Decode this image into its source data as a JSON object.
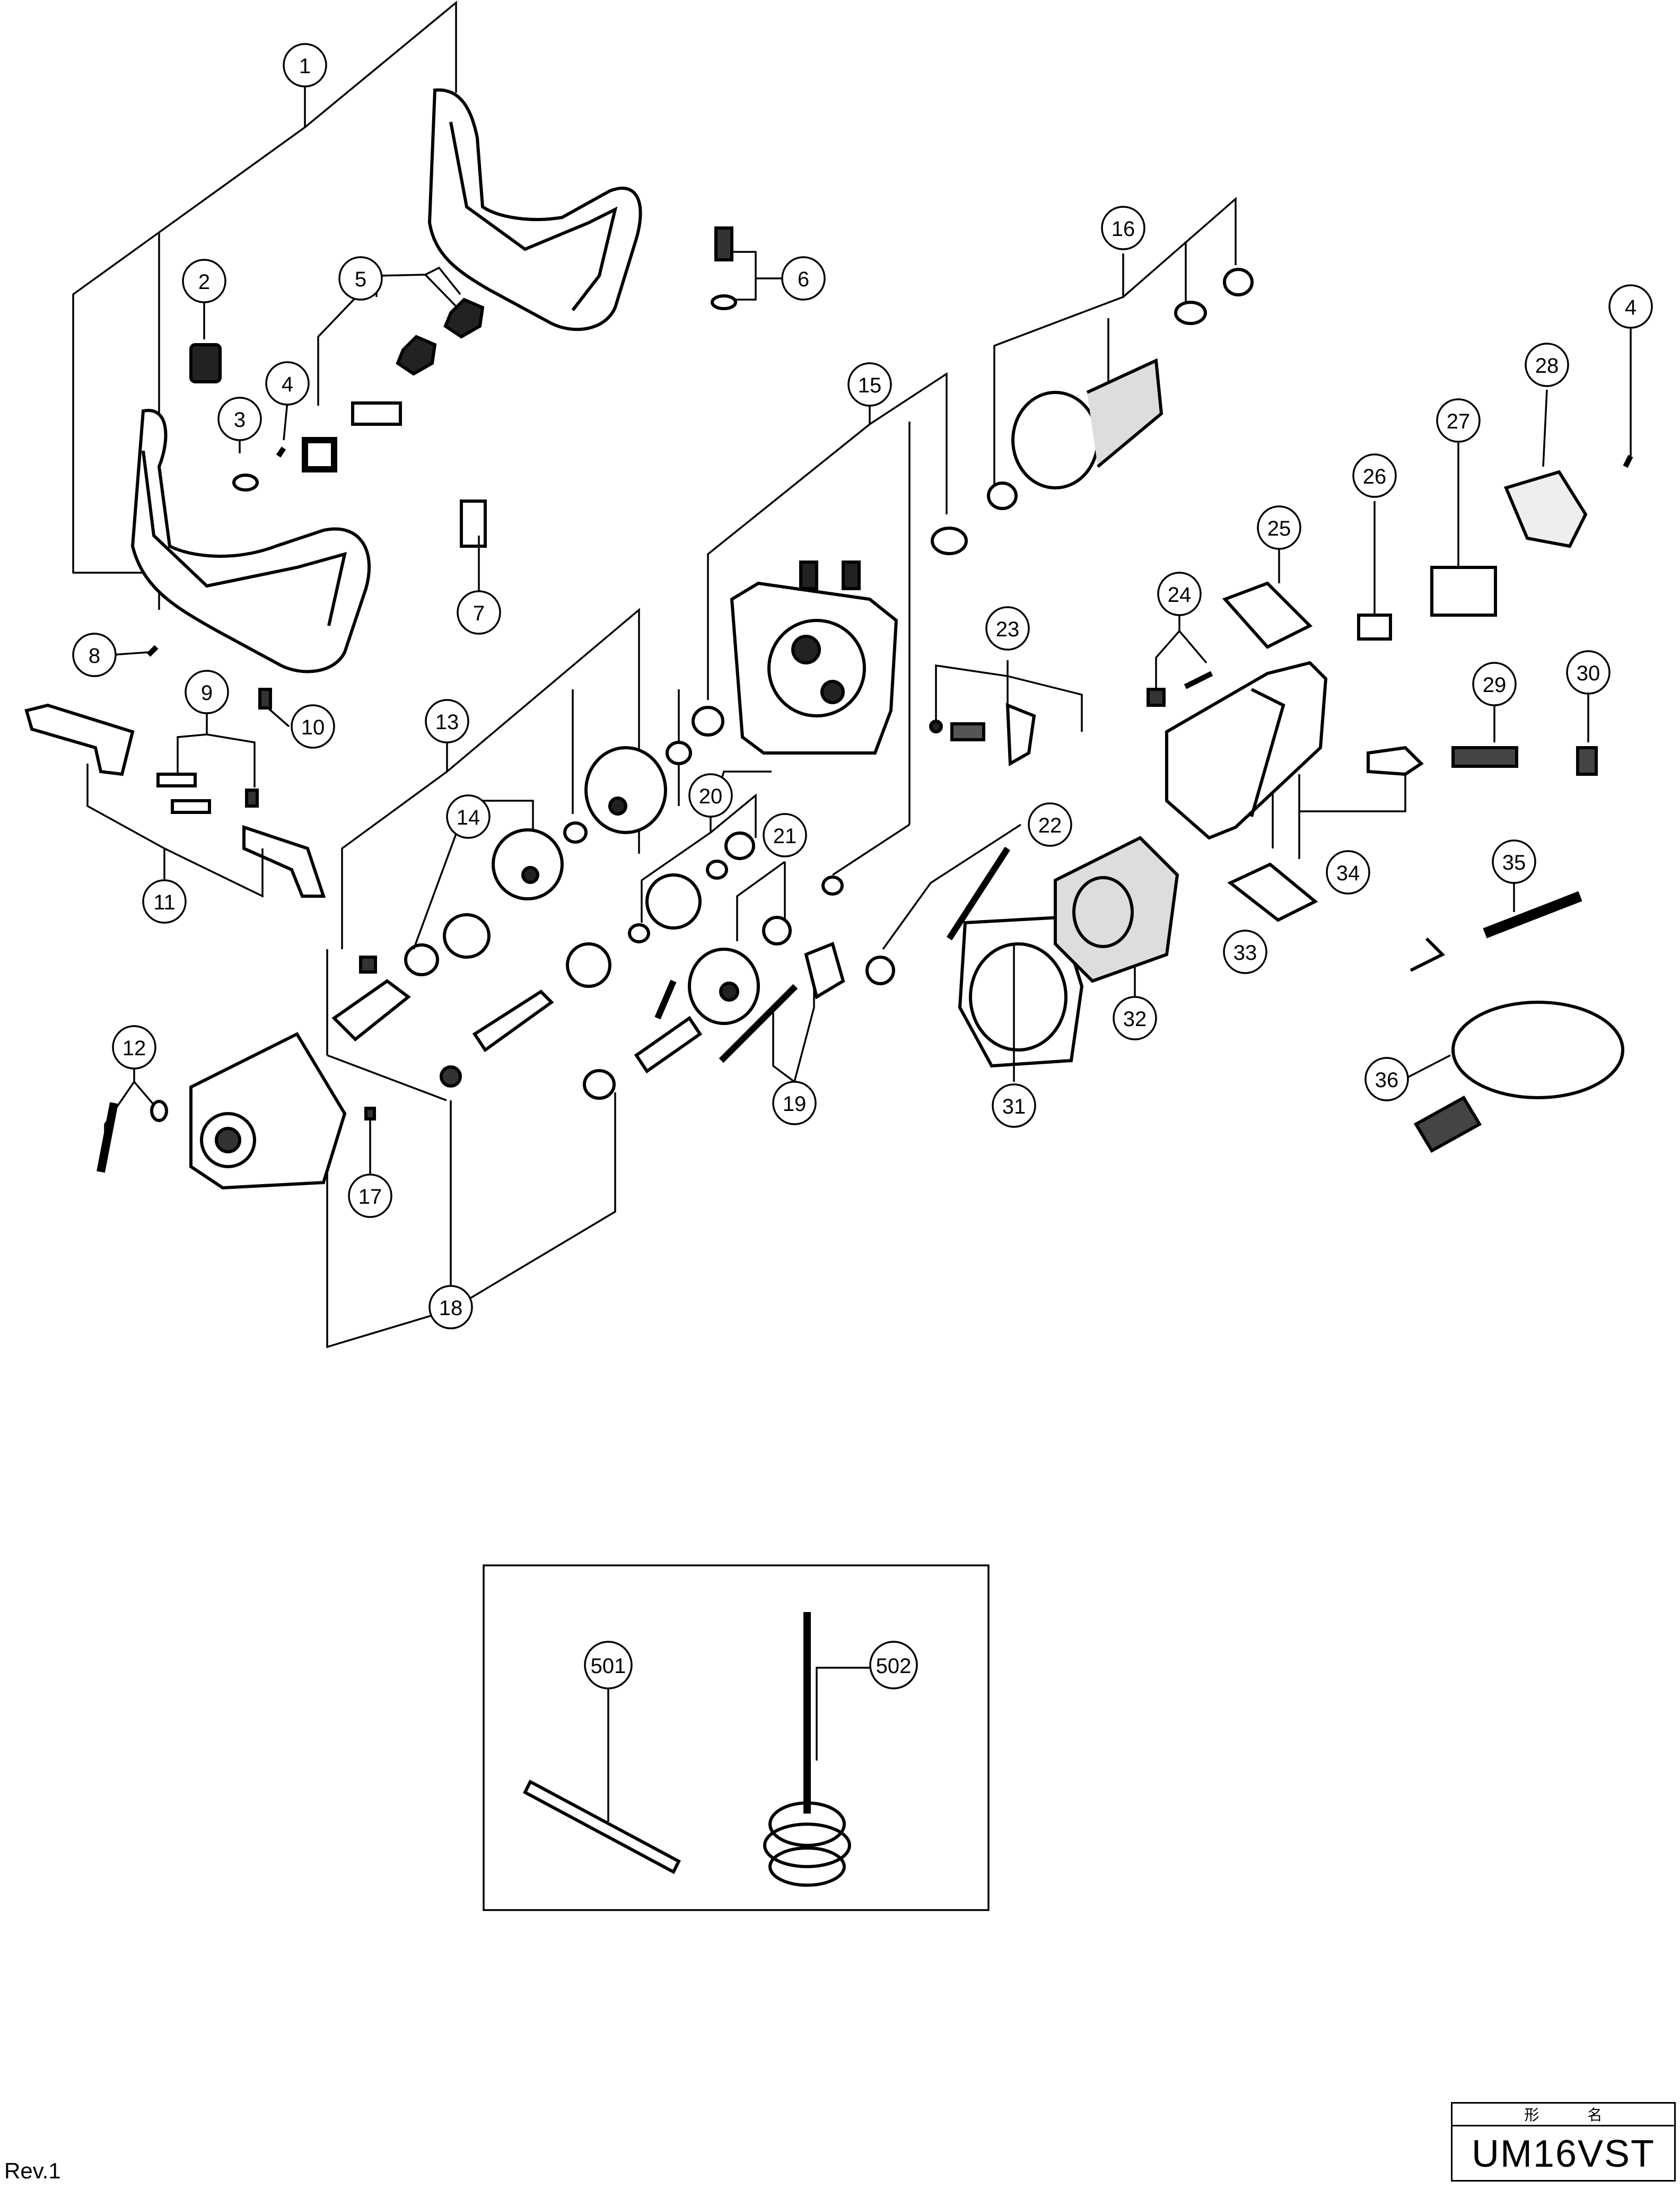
{
  "diagram": {
    "part_numbers": [
      "1",
      "2",
      "3",
      "4",
      "5",
      "6",
      "7",
      "8",
      "9",
      "10",
      "11",
      "12",
      "13",
      "14",
      "15",
      "16",
      "17",
      "18",
      "19",
      "20",
      "21",
      "22",
      "23",
      "24",
      "25",
      "26",
      "27",
      "28",
      "29",
      "30",
      "31",
      "32",
      "33",
      "34",
      "35",
      "36",
      "4"
    ],
    "accessory_numbers": [
      "501",
      "502"
    ]
  },
  "footer": {
    "revision": "Rev.1",
    "title_block_header_left": "形",
    "title_block_header_right": "名",
    "model": "UM16VST"
  }
}
